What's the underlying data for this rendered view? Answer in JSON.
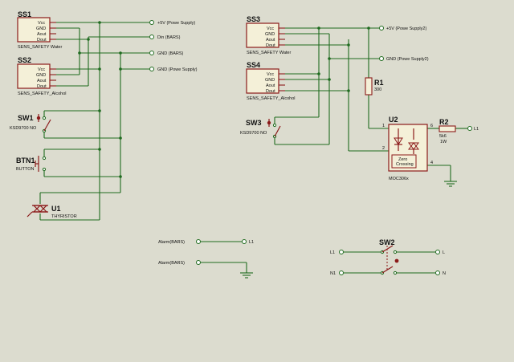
{
  "sensors": {
    "ss1": {
      "ref": "SS1",
      "name": "SENS_SAFETY Water",
      "pins": [
        "Vcc",
        "GND",
        "Aout",
        "Dout"
      ]
    },
    "ss2": {
      "ref": "SS2",
      "name": "SENS_SAFETY_Alcohol",
      "pins": [
        "Vcc",
        "GND",
        "Aout",
        "Dout"
      ]
    },
    "ss3": {
      "ref": "SS3",
      "name": "SENS_SAFETY Water",
      "pins": [
        "Vcc",
        "GND",
        "Aout",
        "Dout"
      ]
    },
    "ss4": {
      "ref": "SS4",
      "name": "SENS_SAFETY_Alcohol",
      "pins": [
        "Vcc",
        "GND",
        "Aout",
        "Dout"
      ]
    }
  },
  "switches": {
    "sw1": {
      "ref": "SW1",
      "name": "KSD9700 NO"
    },
    "btn1": {
      "ref": "BTN1",
      "name": "BUTTON"
    },
    "sw3": {
      "ref": "SW3",
      "name": "KSD9700 NO"
    },
    "sw2": {
      "ref": "SW2"
    }
  },
  "thyristor": {
    "ref": "U1",
    "name": "THYRISTOR"
  },
  "optocoupler": {
    "ref": "U2",
    "name": "MOC306x",
    "inner_label_1": "Zero",
    "inner_label_2": "Crossing",
    "pin1": "1",
    "pin2": "2",
    "pin4": "4",
    "pin6": "6"
  },
  "resistors": {
    "r1": {
      "ref": "R1",
      "value": "300"
    },
    "r2": {
      "ref": "R2",
      "value": "5k6",
      "power": "1W"
    }
  },
  "nets": {
    "vcc_left": "+5V (Powe Supply)",
    "din_left": "Din (BARS)",
    "gnd_left": "GND (BARS)",
    "gnd_supply_left": "GND (Powe Supply)",
    "vcc_right": "+5V (Powe Supply2)",
    "gnd_right": "GND (Powe Supply2)",
    "l1_opto": "L1",
    "alarm_a": "Alarm(BARS)",
    "l1_alarm": "L1",
    "alarm_b": "Alarm(BARS)",
    "sw2_l1_in": "L1",
    "sw2_l_out": "L",
    "sw2_n1_in": "N1",
    "sw2_n_out": "N"
  }
}
